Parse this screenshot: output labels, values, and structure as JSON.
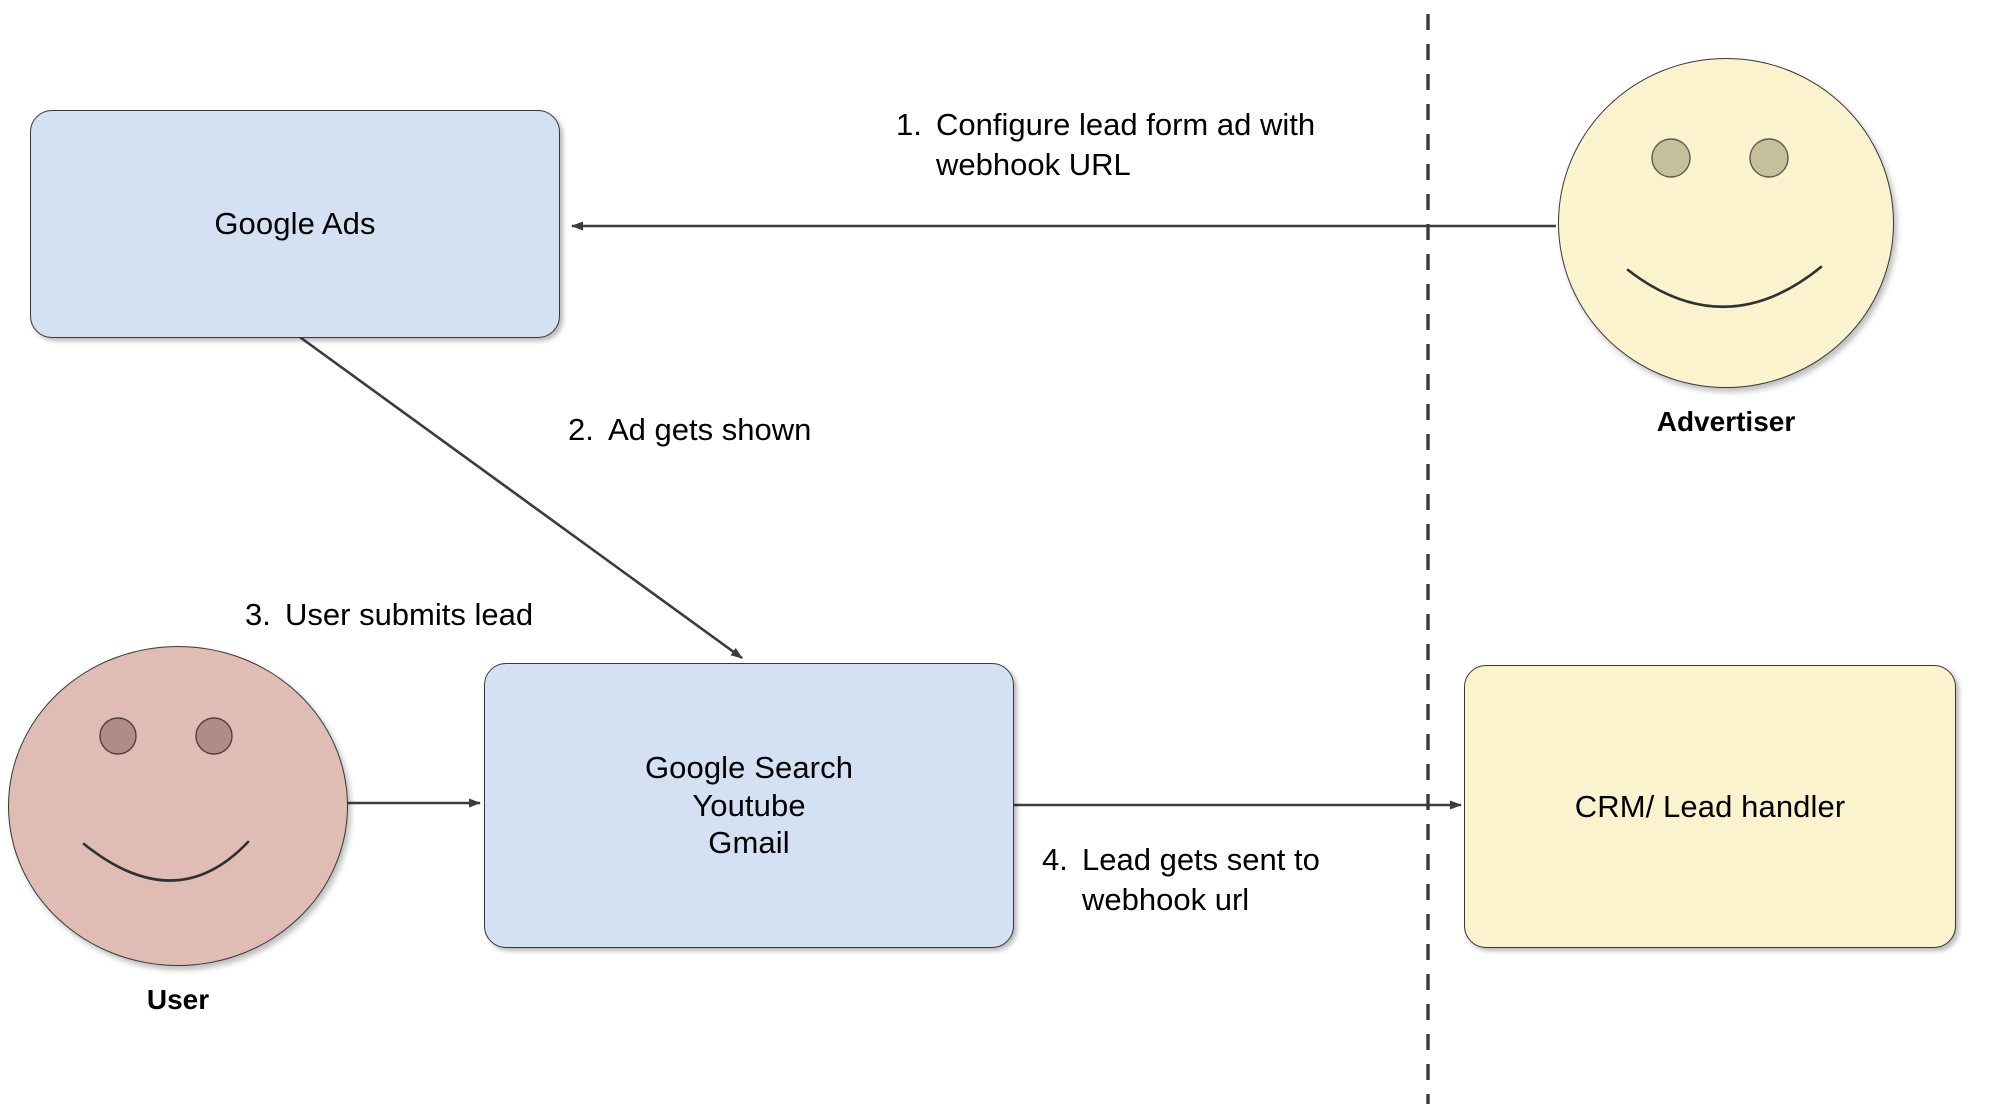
{
  "diagram": {
    "title_present": false,
    "colors": {
      "box_blue": "#d4e1f2",
      "box_yellow": "#fbf2ce",
      "face_yellow": "#fbf2ce",
      "face_pink": "#dfbcb4",
      "eye_yellow": "#c6bf9c",
      "eye_pink": "#b08c86",
      "stroke": "#36383a",
      "background": "#ffffff"
    },
    "nodes": [
      {
        "id": "google-ads",
        "label": "Google Ads",
        "shape": "rounded-rect",
        "fill": "#d4e1f2"
      },
      {
        "id": "google-surfaces",
        "label": "Google Search\nYoutube\nGmail",
        "shape": "rounded-rect",
        "fill": "#d4e1f2"
      },
      {
        "id": "crm",
        "label": "CRM/ Lead handler",
        "shape": "rounded-rect",
        "fill": "#fbf2ce"
      }
    ],
    "actors": [
      {
        "id": "advertiser",
        "caption": "Advertiser",
        "shape": "smiley-circle",
        "fill": "#fbf2ce"
      },
      {
        "id": "user",
        "caption": "User",
        "shape": "smiley-circle",
        "fill": "#dfbcb4"
      }
    ],
    "steps": [
      {
        "number": "1.",
        "text": "Configure lead form ad with\nwebhook URL"
      },
      {
        "number": "2.",
        "text": "Ad gets shown"
      },
      {
        "number": "3.",
        "text": "User submits lead"
      },
      {
        "number": "4.",
        "text": "Lead gets sent to\nwebhook url"
      }
    ],
    "edges": [
      {
        "id": "advertiser-to-google-ads",
        "from": "advertiser",
        "to": "google-ads",
        "style": "solid-arrow",
        "step": "1."
      },
      {
        "id": "google-ads-to-surfaces",
        "from": "google-ads",
        "to": "google-surfaces",
        "style": "solid-arrow",
        "step": "2."
      },
      {
        "id": "user-to-surfaces",
        "from": "user",
        "to": "google-surfaces",
        "style": "solid-arrow",
        "step": "3."
      },
      {
        "id": "surfaces-to-crm",
        "from": "google-surfaces",
        "to": "crm",
        "style": "solid-arrow",
        "step": "4."
      }
    ],
    "boundary": {
      "id": "trust-boundary",
      "style": "dashed-vertical-line"
    }
  }
}
